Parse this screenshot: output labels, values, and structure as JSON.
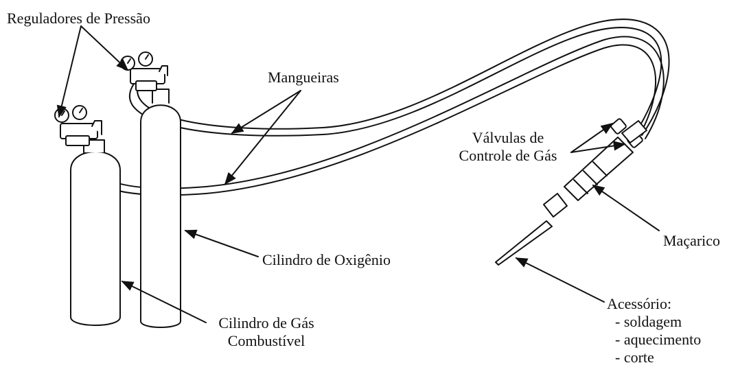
{
  "labels": {
    "pressure_regulators": "Reguladores de Pressão",
    "hoses": "Mangueiras",
    "gas_control_valves": [
      "Válvulas de",
      "Controle de Gás"
    ],
    "torch": "Maçarico",
    "oxygen_cylinder": "Cilindro de Oxigênio",
    "fuel_gas_cylinder": [
      "Cilindro de Gás",
      "Combustível"
    ],
    "accessory": {
      "title": "Acessório:",
      "items": [
        "- soldagem",
        "- aquecimento",
        "- corte"
      ]
    }
  },
  "colors": {
    "ink": "#111111",
    "background": "#ffffff"
  }
}
